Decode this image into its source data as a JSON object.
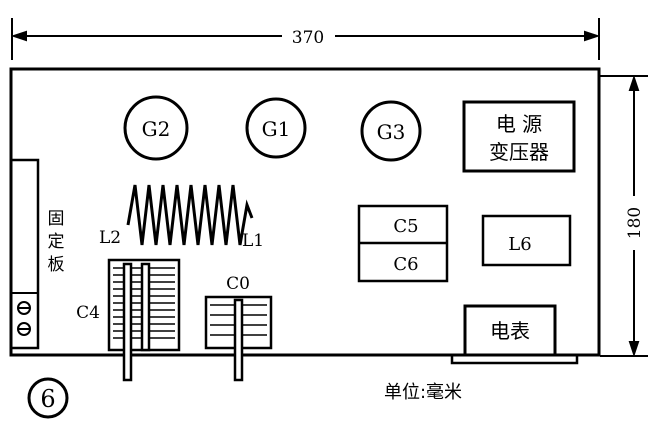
{
  "dimensions": {
    "width": "370",
    "height": "180",
    "unit_note": "单位:毫米"
  },
  "figure_number": "6",
  "tubes": [
    "G2",
    "G1",
    "G3"
  ],
  "labels": {
    "power_transformer_line1": "电 源",
    "power_transformer_line2": "变压器",
    "c5": "C5",
    "c6": "C6",
    "l6": "L6",
    "meter": "电表",
    "fixed_board": [
      "固",
      "定",
      "板"
    ],
    "l2": "L2",
    "l1": "L1",
    "c4": "C4",
    "c0": "C0"
  }
}
